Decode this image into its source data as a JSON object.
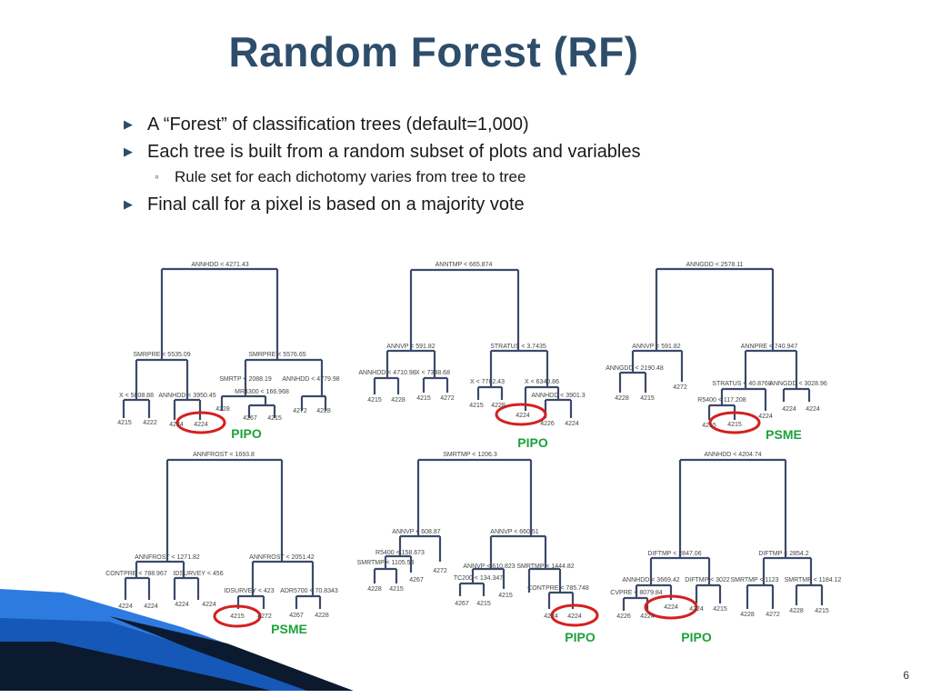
{
  "title": "Random Forest (RF)",
  "bullets": [
    {
      "level": 1,
      "marker": "▶",
      "text": "A “Forest” of classification trees (default=1,000)"
    },
    {
      "level": 1,
      "marker": "▶",
      "text": "Each tree is built from a random subset of plots and variables"
    },
    {
      "level": 2,
      "marker": "◦",
      "text": "Rule set for each dichotomy varies from tree to tree"
    },
    {
      "level": 1,
      "marker": "▶",
      "text": "Final call for a pixel is based on a majority vote"
    }
  ],
  "trees": [
    {
      "split_labels": [
        "ANNHDD < 4271.43",
        "SMRPRE < 5535.09",
        "SMRPRE < 5576.65",
        "X < 5808.88",
        "ANNHDD < 3950.45",
        "SMRTP < 2088.19",
        "ANNHDD < 4779.98",
        "MR4300 < 166.968"
      ],
      "leaf_labels": [
        "4215",
        "4222",
        "4224",
        "4224",
        "4228",
        "4267",
        "4215",
        "4272",
        "4228"
      ],
      "call": "PIPO"
    },
    {
      "split_labels": [
        "ANNTMP < 665.874",
        "ANNVP < 591.82",
        "STRATUS < 3.7435",
        "ANNHDD < 4710.98",
        "X < 7348.68",
        "X < 7762.43",
        "X < 6340.86",
        "ANNHDD < 3901.3"
      ],
      "leaf_labels": [
        "4215",
        "4228",
        "4215",
        "4272",
        "4215",
        "4228",
        "4224",
        "4226",
        "4224"
      ],
      "call": "PIPO"
    },
    {
      "split_labels": [
        "ANNGDD < 2578.11",
        "ANNVP < 591.82",
        "ANNPRE < 740.947",
        "ANNGDD < 2190.48",
        "STRATUS < 40.8768",
        "ANNGDD < 3028.96",
        "R5400 < 117.208"
      ],
      "leaf_labels": [
        "4228",
        "4215",
        "4272",
        "4215",
        "4215",
        "4224",
        "4224",
        "4224"
      ],
      "call": "PSME"
    },
    {
      "split_labels": [
        "ANNFROST < 1693.8",
        "ANNFROST < 1271.82",
        "ANNFROST < 2051.42",
        "CONTPRE < 788.967",
        "IDSURVEY < 456",
        "IDSURVEY < 423",
        "ADR5700 < 70.8343"
      ],
      "leaf_labels": [
        "4224",
        "4224",
        "4224",
        "4224",
        "4215",
        "4272",
        "4267",
        "4228"
      ],
      "call": "PSME"
    },
    {
      "split_labels": [
        "SMRTMP < 1206.3",
        "ANNVP < 608.87",
        "ANNVP < 660.51",
        "R5400 < 158.673",
        "SMRTMP < 1105.53",
        "ANNVP < 610.823",
        "SMRTMP < 1444.82",
        "TC200 < 134.347",
        "CONTPRE < 785.748"
      ],
      "leaf_labels": [
        "4228",
        "4215",
        "4267",
        "4272",
        "4267",
        "4215",
        "4215",
        "4224",
        "4224"
      ],
      "call": "PIPO"
    },
    {
      "split_labels": [
        "ANNHDD < 4204.74",
        "DIFTMP < 2847.06",
        "DIFTMP < 2854.2",
        "ANNHDD < 3669.42",
        "DIFTMP < 3022",
        "SMRTMP < 1123",
        "SMRTMP < 1184.12",
        "CVPRE < 8079.84"
      ],
      "leaf_labels": [
        "4226",
        "4224",
        "4224",
        "4224",
        "4215",
        "4228",
        "4272",
        "4228",
        "4215"
      ],
      "call": "PIPO"
    }
  ],
  "page_number": "6",
  "colors": {
    "title": "#2e4d6b",
    "tree_lines": "#3a4a6a",
    "highlight_circle": "#d42020",
    "call_text": "#1aa33a",
    "corner_dark": "#0b1a2e",
    "corner_blue": "#1c6bd8"
  }
}
